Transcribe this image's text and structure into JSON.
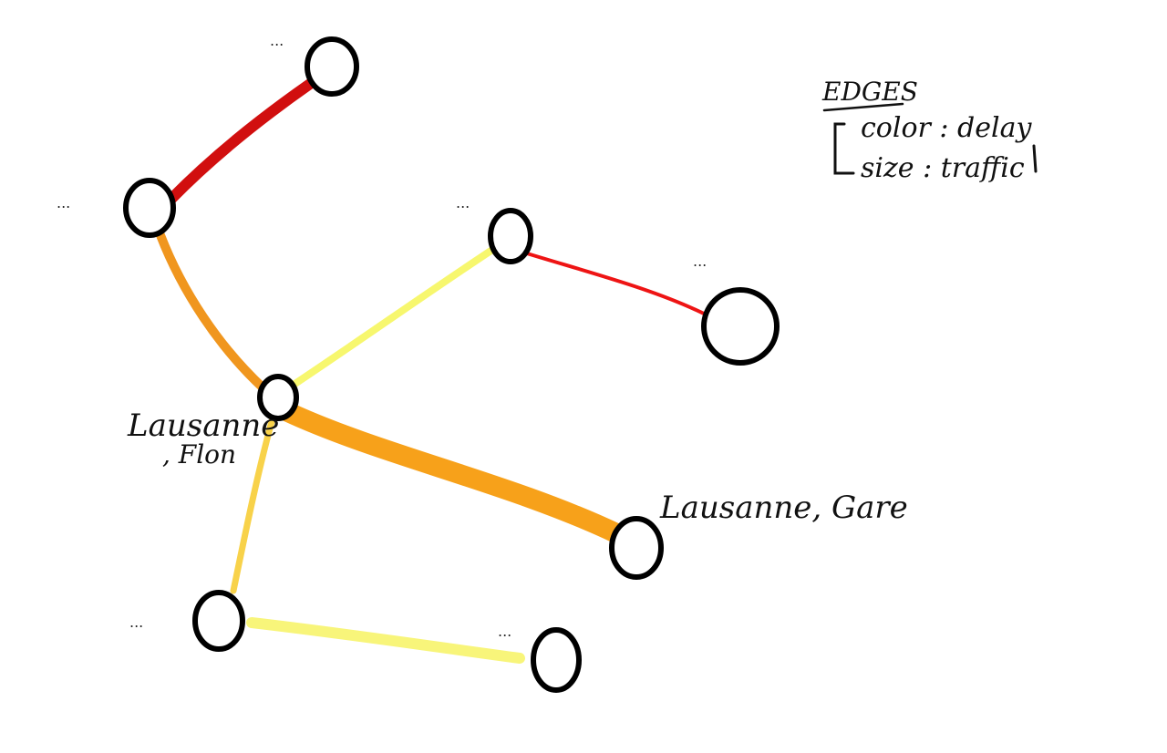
{
  "legend": {
    "title": "EDGES",
    "color_line": "color : delay",
    "size_line": "size : traffic"
  },
  "nodes": [
    {
      "id": "top",
      "label": "..."
    },
    {
      "id": "upper-left",
      "label": "..."
    },
    {
      "id": "flon",
      "label_line1": "Lausanne",
      "label_line2": ", Flon"
    },
    {
      "id": "middle-right",
      "label": "..."
    },
    {
      "id": "far-right",
      "label": "..."
    },
    {
      "id": "gare",
      "label": "Lausanne, Gare"
    },
    {
      "id": "bottom-left",
      "label": "..."
    },
    {
      "id": "bottom-right",
      "label": "..."
    }
  ],
  "edges": [
    {
      "id": "top-to-upper-left",
      "color": "#d10f0f"
    },
    {
      "id": "upper-left-to-flon",
      "color": "#f0961e"
    },
    {
      "id": "flon-to-middle-right",
      "color": "#f7f76e"
    },
    {
      "id": "middle-right-to-far-right",
      "color": "#ee1414"
    },
    {
      "id": "flon-to-gare",
      "color": "#f7a11a"
    },
    {
      "id": "flon-to-bottom-left",
      "color": "#f8d24a"
    },
    {
      "id": "bottom-left-to-bottom-right",
      "color": "#f8f57a"
    }
  ]
}
